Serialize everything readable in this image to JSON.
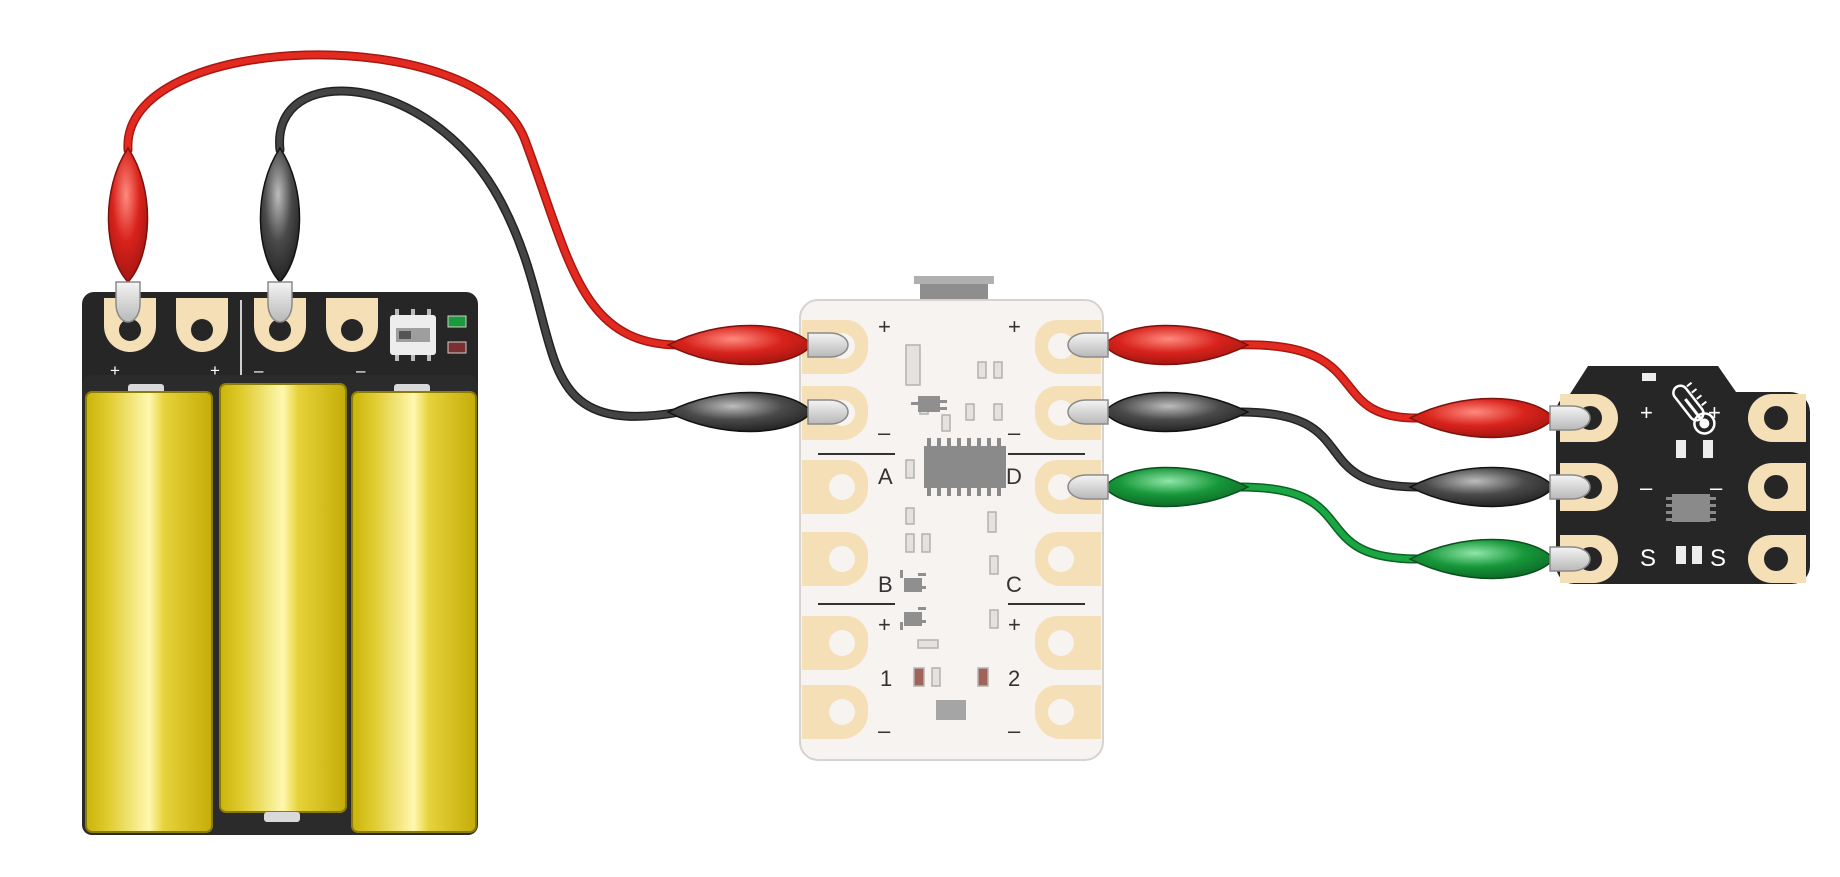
{
  "battery_pack": {
    "terminal_labels": [
      "+",
      "+",
      "–",
      "–"
    ],
    "led_colors": {
      "on": "#1c9a3e",
      "off": "#7a3030"
    }
  },
  "controller": {
    "left_labels": [
      "+",
      "–",
      "A",
      "B",
      "+",
      "1",
      "–"
    ],
    "right_labels": [
      "+",
      "–",
      "D",
      "C",
      "+",
      "2",
      "–"
    ]
  },
  "sensor": {
    "labels": [
      "+",
      "+",
      "–",
      "–",
      "S",
      "S"
    ],
    "icon": "thermometer-icon"
  },
  "colors": {
    "red_wire": "#d8231c",
    "black_wire": "#3c3c3c",
    "green_wire": "#17973a",
    "battery": "#d9c414",
    "pcb_dark": "#2a2a2a",
    "pcb_white": "#f6f3f1",
    "pad": "#f4dfb6"
  }
}
